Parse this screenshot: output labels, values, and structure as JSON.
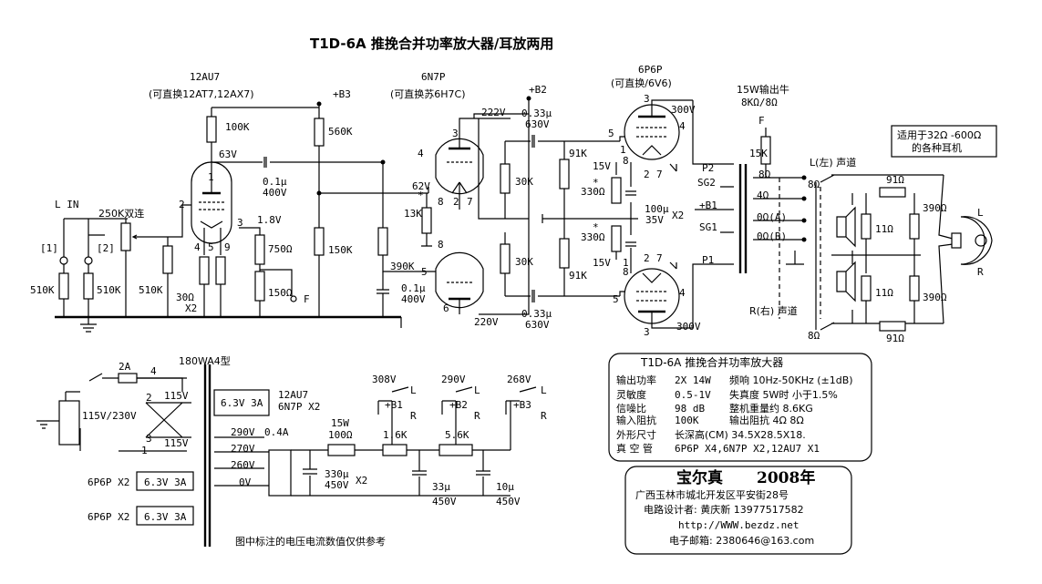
{
  "title": "T1D-6A 推挽合并功率放大器/耳放两用",
  "tubes": {
    "v1": {
      "name": "12AU7",
      "alt": "(可直换12AT7,12AX7)"
    },
    "v2": {
      "name": "6N7P",
      "alt": "(可直换苏6H7C)"
    },
    "v3": {
      "name": "6P6P",
      "alt": "(可直换/6V6)"
    }
  },
  "input": {
    "label": "L IN",
    "pot": "250K双连",
    "ch1": "[1]",
    "ch2": "[2]",
    "r1": "510K",
    "r2": "510K",
    "r3": "510K"
  },
  "stage1": {
    "b3": "+B3",
    "r_plate": "100K",
    "v_plate": "63V",
    "cap": "0.1μ",
    "cap_v": "400V",
    "r_560": "560K",
    "r_150": "150K",
    "v_cathode": "1.8V",
    "r_750": "750Ω",
    "r_150b": "150Ω",
    "r_30": "30Ω",
    "x2": "X2",
    "f": "F",
    "pins": [
      "1",
      "2",
      "3",
      "4",
      "5",
      "9"
    ]
  },
  "stage2": {
    "b2": "+B2",
    "v_222": "222V",
    "v_220": "220V",
    "cap_top": "0.33μ",
    "cap_top_v": "630V",
    "cap_bot": "0.33μ",
    "cap_bot_v": "630V",
    "r_30k_a": "30K",
    "r_30k_b": "30K",
    "r_13k": "13K",
    "v_62": "62V",
    "r_390k": "390K",
    "cap_01": "0.1μ",
    "cap_01_v": "400V",
    "star": "*",
    "pins": [
      "3",
      "4",
      "8",
      "2",
      "7",
      "8",
      "5",
      "6"
    ]
  },
  "output": {
    "r_91k_a": "91K",
    "r_91k_b": "91K",
    "v_15a": "15V",
    "v_15b": "15V",
    "r_330a": "330Ω",
    "r_330b": "330Ω",
    "star": "*",
    "cap": "100μ",
    "cap_v": "35V",
    "x2": "X2",
    "v_300a": "300V",
    "v_300b": "300V",
    "pins": [
      "3",
      "5",
      "4",
      "1",
      "8",
      "2",
      "7",
      "1",
      "8",
      "2",
      "7",
      "5",
      "4",
      "3"
    ]
  },
  "transformer": {
    "name": "15W输出牛",
    "imp": "8KΩ/8Ω",
    "p2": "P2",
    "sg2": "SG2",
    "b1": "+B1",
    "sg1": "SG1",
    "p1": "P1",
    "taps": [
      "8Ω",
      "4Ω",
      "0Ω(A)",
      "0Ω(B)"
    ],
    "f": "F",
    "r_15k": "15K"
  },
  "speakers": {
    "left": "L(左) 声道",
    "right": "R(右) 声道",
    "r91_top": "91Ω",
    "r91_bot": "91Ω",
    "r11_top": "11Ω",
    "r11_bot": "11Ω",
    "r390_top": "390Ω",
    "r390_bot": "390Ω",
    "tap_8a": "8Ω",
    "tap_8b": "8Ω",
    "note": "适用于32Ω -600Ω",
    "note2": "的各种耳机",
    "l": "L",
    "r": "R"
  },
  "power": {
    "model": "180WA4型",
    "fuse": "2A",
    "mains": "115V/230V",
    "w115a": "115V",
    "w115b": "115V",
    "pins": [
      "4",
      "2",
      "3",
      "1"
    ],
    "heater1": "6.3V 3A",
    "heater1_tubes": "12AU7",
    "heater1_tubes2": "6N7P X2",
    "heater2_tube": "6P6P X2",
    "heater2": "6.3V 3A",
    "heater3_tube": "6P6P X2",
    "heater3": "6.3V 3A",
    "taps": [
      "290V",
      "270V",
      "260V",
      "0V"
    ],
    "current": "0.4A",
    "r_15w": "15W",
    "r_100": "100Ω",
    "r_16k": "1.6K",
    "r_56k": "5.6K",
    "v308": "308V",
    "v290": "290V",
    "v268": "268V",
    "b1": "+B1",
    "b2": "+B2",
    "b3": "+B3",
    "l": "L",
    "r": "R",
    "c1": "330μ",
    "c1v": "450V",
    "c1x": "X2",
    "c2": "33μ",
    "c2v": "450V",
    "c3": "10μ",
    "c3v": "450V",
    "note": "图中标注的电压电流数值仅供参考"
  },
  "specs": {
    "title": "T1D-6A 推挽合并功率放大器",
    "rows": [
      [
        "输出功率",
        "2X 14W",
        "频响 10Hz-50KHz (±1dB)"
      ],
      [
        "灵敏度",
        "0.5-1V",
        "失真度  5W时 小于1.5%"
      ],
      [
        "信噪比",
        "98 dB",
        "整机重量约 8.6KG"
      ],
      [
        "输入阻抗",
        "100K",
        "输出阻抗  4Ω 8Ω"
      ],
      [
        "外形尺寸",
        "长深高(CM) 34.5X28.5X18.",
        ""
      ],
      [
        "真 空 管",
        "6P6P X4,6N7P X2,12AU7 X1",
        ""
      ]
    ]
  },
  "maker": {
    "name": "宝尔真",
    "year": "2008年",
    "addr": "广西玉林市城北开发区平安街28号",
    "designer": "电路设计者: 黄庆新  13977517582",
    "web": "http://WWW.bezdz.net",
    "email": "电子邮箱: 2380646@163.com"
  }
}
